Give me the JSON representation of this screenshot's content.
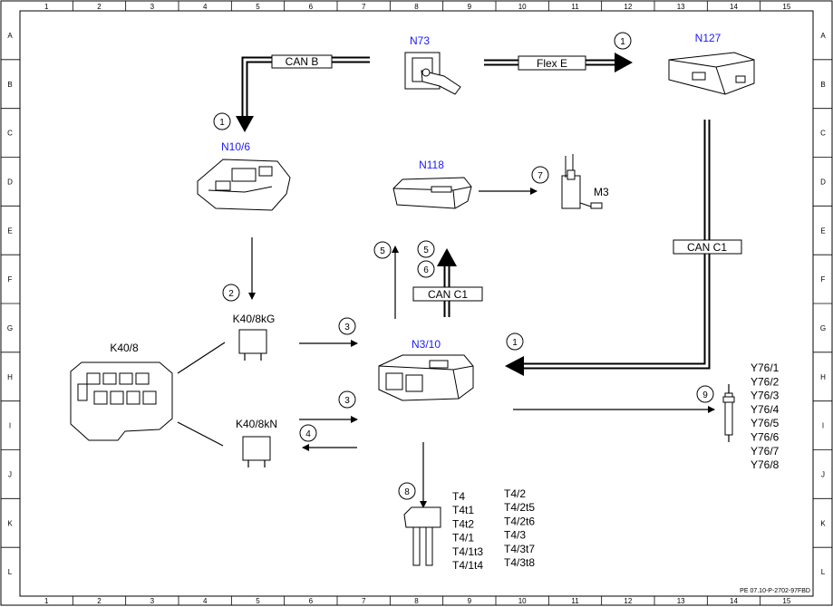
{
  "grid": {
    "columns": [
      "1",
      "2",
      "3",
      "4",
      "5",
      "6",
      "7",
      "8",
      "9",
      "10",
      "11",
      "12",
      "13",
      "14",
      "15"
    ],
    "rows": [
      "A",
      "B",
      "C",
      "D",
      "E",
      "F",
      "G",
      "H",
      "I",
      "J",
      "K",
      "L"
    ]
  },
  "components": {
    "n73": "N73",
    "n127": "N127",
    "n10_6": "N10/6",
    "n118": "N118",
    "m3": "M3",
    "n3_10": "N3/10",
    "k40_8": "K40/8",
    "k40_8kg": "K40/8kG",
    "k40_8kn": "K40/8kN"
  },
  "buses": {
    "can_b": "CAN B",
    "flex_e": "Flex E",
    "can_c1_right": "CAN C1",
    "can_c1_center": "CAN C1"
  },
  "markers": {
    "m1a": "1",
    "m1b": "1",
    "m1c": "1",
    "m2": "2",
    "m3a": "3",
    "m3b": "3",
    "m4": "4",
    "m5a": "5",
    "m5b": "5",
    "m6": "6",
    "m7": "7",
    "m8": "8",
    "m9": "9"
  },
  "y76_list": [
    "Y76/1",
    "Y76/2",
    "Y76/3",
    "Y76/4",
    "Y76/5",
    "Y76/6",
    "Y76/7",
    "Y76/8"
  ],
  "t4_col1": [
    "T4",
    "T4t1",
    "T4t2",
    "T4/1",
    "T4/1t3",
    "T4/1t4"
  ],
  "t4_col2": [
    "T4/2",
    "T4/2t5",
    "T4/2t6",
    "T4/3",
    "T4/3t7",
    "T4/3t8"
  ],
  "reference": "PE 07.10-P-2702-97FBD",
  "colors": {
    "component_label": "#1a1aff",
    "line": "#000000"
  }
}
